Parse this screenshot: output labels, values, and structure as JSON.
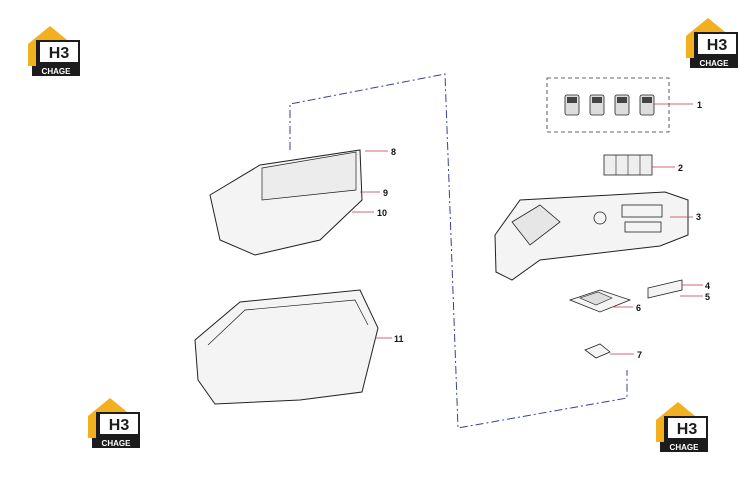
{
  "logo": {
    "letters": "H3",
    "brand": "CHAGE",
    "colors": {
      "roof": "#f2b01e",
      "dark": "#1c1c1c",
      "white": "#ffffff"
    }
  },
  "callouts": [
    {
      "id": "callout-1",
      "label": "1"
    },
    {
      "id": "callout-2",
      "label": "2"
    },
    {
      "id": "callout-3",
      "label": "3"
    },
    {
      "id": "callout-4",
      "label": "4"
    },
    {
      "id": "callout-5",
      "label": "5"
    },
    {
      "id": "callout-6",
      "label": "6"
    },
    {
      "id": "callout-7",
      "label": "7"
    },
    {
      "id": "callout-8",
      "label": "8"
    },
    {
      "id": "callout-9",
      "label": "9"
    },
    {
      "id": "callout-10",
      "label": "10"
    },
    {
      "id": "callout-11",
      "label": "11"
    }
  ],
  "colors": {
    "line": "#333333",
    "leader": "#c0394b",
    "dash": "#3a3f9a",
    "fill": "#f4f4f4"
  }
}
